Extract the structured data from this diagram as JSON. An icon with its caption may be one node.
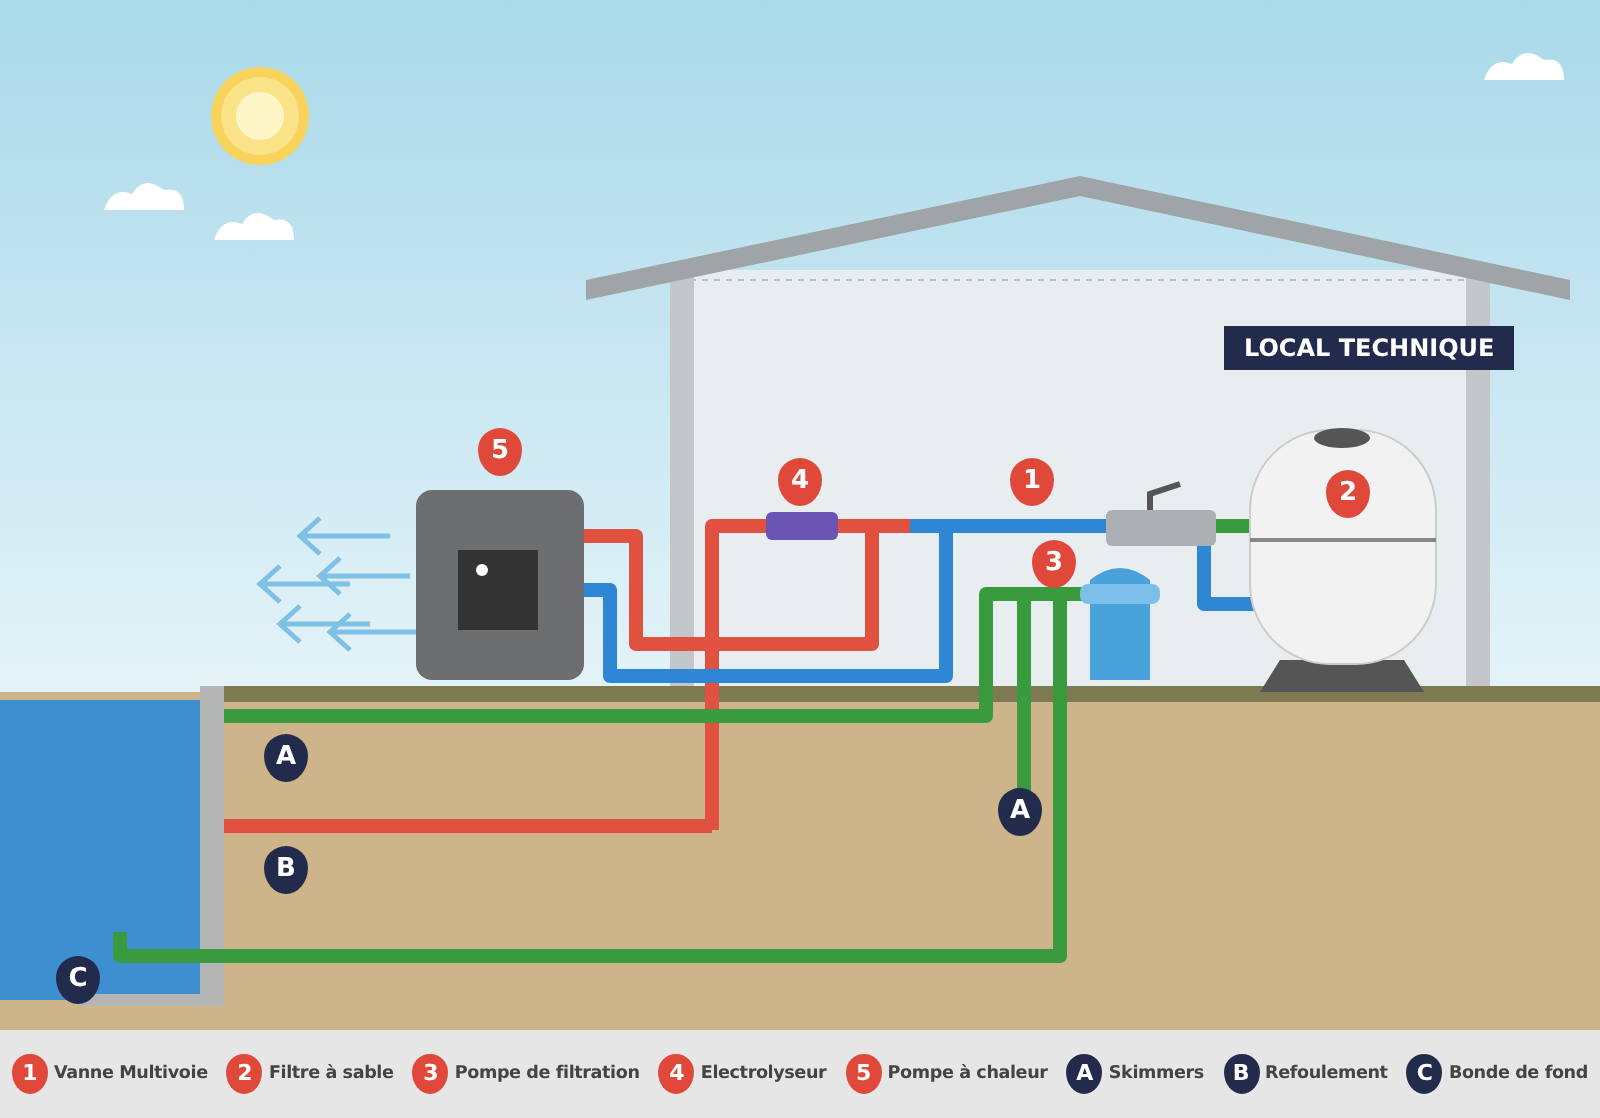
{
  "diagram": {
    "labels": [
      "LOCAL TECHNIQUE",
      "5",
      "4",
      "1",
      "2",
      "3",
      "A",
      "A",
      "B",
      "C",
      "1",
      "2",
      "3",
      "4",
      "5",
      "A",
      "B",
      "C"
    ],
    "legend": [
      {
        "text": "Vanne Multivoie"
      },
      {
        "text": "Filtre à sable"
      },
      {
        "text": "Pompe de filtration"
      },
      {
        "text": "Electrolyseur"
      },
      {
        "text": "Pompe à chaleur"
      },
      {
        "text": "Skimmers"
      },
      {
        "text": "Refoulement"
      },
      {
        "text": "Bonde de fond"
      }
    ]
  }
}
